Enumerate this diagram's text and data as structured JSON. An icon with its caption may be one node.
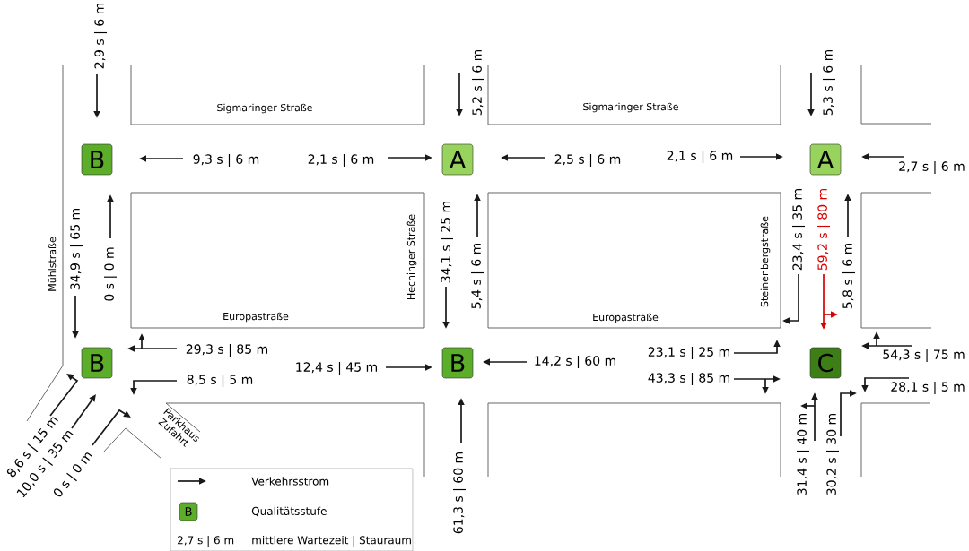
{
  "diagram": {
    "nodes": [
      {
        "text": [
          "B"
        ]
      },
      {
        "text": [
          "A"
        ]
      },
      {
        "text": [
          "A"
        ]
      },
      {
        "text": [
          "B"
        ]
      },
      {
        "text": [
          "B"
        ]
      },
      {
        "text": [
          "C"
        ]
      },
      {
        "text": [
          "B"
        ]
      }
    ],
    "labels": [
      "2,9 s | 6 m",
      "5,2 s | 6 m",
      "5,3 s | 6 m",
      "Sigmaringer Straße",
      "Sigmaringer Straße",
      "9,3 s | 6 m",
      "2,1 s | 6 m",
      "2,5 s | 6 m",
      "2,1 s | 6 m",
      "2,7 s | 6 m",
      "Mühlstraße",
      "34,9 s | 65 m",
      "0 s | 0 m",
      "Hechinger Straße",
      "34,1 s | 25 m",
      "5,4 s | 6 m",
      "Steinenbergstraße",
      "23,4 s | 35 m",
      "59,2 s | 80 m",
      "5,8 s | 6 m",
      "Europastraße",
      "Europastraße",
      "29,3 s | 85 m",
      "23,1 s | 25 m",
      "54,3 s | 75 m",
      "14,2 s | 60 m",
      "12,4 s | 45 m",
      "8,5 s | 5 m",
      "43,3 s | 85 m",
      "28,1 s | 5 m",
      "Parkhaus Zufahrt",
      "8,6 s | 15 m",
      "10,0 s | 35 m",
      "0 s | 0 m",
      "31,4 s | 40 m",
      "30,2 s | 30 m",
      "61,3 s | 60 m",
      "2,7 s | 6 m"
    ],
    "legend": [
      {
        "text": "Verkehrsstrom"
      },
      {
        "text": "Qualitätsstufe"
      },
      {
        "text": "mittlere Wartezeit | Stauraum"
      }
    ]
  }
}
